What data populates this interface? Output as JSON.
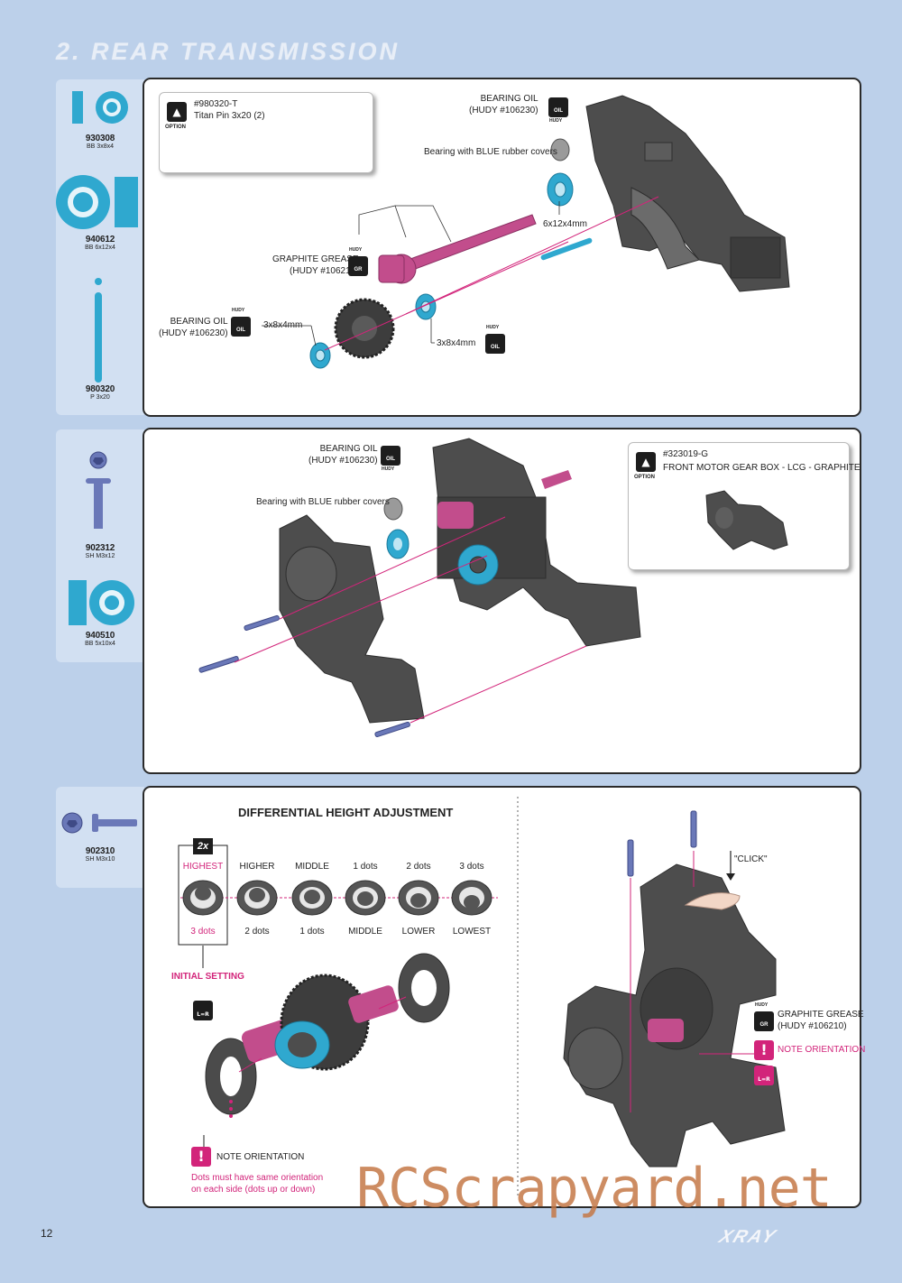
{
  "page": {
    "title": "2. REAR TRANSMISSION",
    "page_number": "12",
    "brand": "XRAY",
    "watermark": "RCScrapyard.net"
  },
  "step1": {
    "parts": [
      {
        "num": "930308",
        "desc": "BB 3x8x4"
      },
      {
        "num": "940612",
        "desc": "BB 6x12x4"
      },
      {
        "num": "980320",
        "desc": "P 3x20"
      }
    ],
    "option": {
      "badge": "OPTION",
      "code": "#980320-T",
      "name": "Titan Pin 3x20 (2)"
    },
    "bearing_oil_top": {
      "line1": "BEARING OIL",
      "line2": "(HUDY #106230)",
      "icon": "OIL",
      "tag": "HUDY"
    },
    "bearing_blue": "Bearing with BLUE rubber covers",
    "size_6x12x4": "6x12x4mm",
    "graphite_grease": {
      "line1": "GRAPHITE GREASE",
      "line2": "(HUDY #106210)",
      "icon": "GR",
      "tag": "HUDY"
    },
    "bearing_oil_left": {
      "line1": "BEARING OIL",
      "line2": "(HUDY #106230)",
      "icon": "OIL",
      "tag": "HUDY"
    },
    "size_3x8x4_left": "3x8x4mm",
    "size_3x8x4_right": "3x8x4mm",
    "oil_right": {
      "icon": "OIL",
      "tag": "HUDY"
    }
  },
  "step2": {
    "parts": [
      {
        "num": "902312",
        "desc": "SH M3x12"
      },
      {
        "num": "940510",
        "desc": "BB 5x10x4"
      }
    ],
    "bearing_oil": {
      "line1": "BEARING OIL",
      "line2": "(HUDY #106230)",
      "icon": "OIL",
      "tag": "HUDY"
    },
    "bearing_blue": "Bearing with BLUE rubber covers",
    "option": {
      "badge": "OPTION",
      "code": "#323019-G",
      "name": "FRONT MOTOR GEAR BOX - LCG - GRAPHITE"
    }
  },
  "step3": {
    "parts": [
      {
        "num": "902310",
        "desc": "SH M3x10"
      }
    ],
    "heading": "DIFFERENTIAL HEIGHT ADJUSTMENT",
    "multiplier": "2x",
    "positions": [
      {
        "top": "HIGHEST",
        "bottom": "3 dots"
      },
      {
        "top": "HIGHER",
        "bottom": "2 dots"
      },
      {
        "top": "MIDDLE",
        "bottom": "1 dots"
      },
      {
        "top": "1 dots",
        "bottom": "MIDDLE"
      },
      {
        "top": "2 dots",
        "bottom": "LOWER"
      },
      {
        "top": "3 dots",
        "bottom": "LOWEST"
      }
    ],
    "initial_setting": "INITIAL SETTING",
    "lr_icon": "L=R",
    "note_orientation_left": "NOTE ORIENTATION",
    "dots_note": {
      "line1": "Dots must have same orientation",
      "line2": "on each side (dots up or down)"
    },
    "click": "\"CLICK\"",
    "graphite_grease": {
      "line1": "GRAPHITE GREASE",
      "line2": "(HUDY #106210)",
      "icon": "GR",
      "tag": "HUDY"
    },
    "note_orientation_right": "NOTE ORIENTATION",
    "lr_icon_right": "L=R"
  },
  "colors": {
    "background": "#bcd0ea",
    "accent_pink": "#d2247a",
    "bearing_blue": "#2fa8cf",
    "part_gray": "#4a4a4a"
  }
}
